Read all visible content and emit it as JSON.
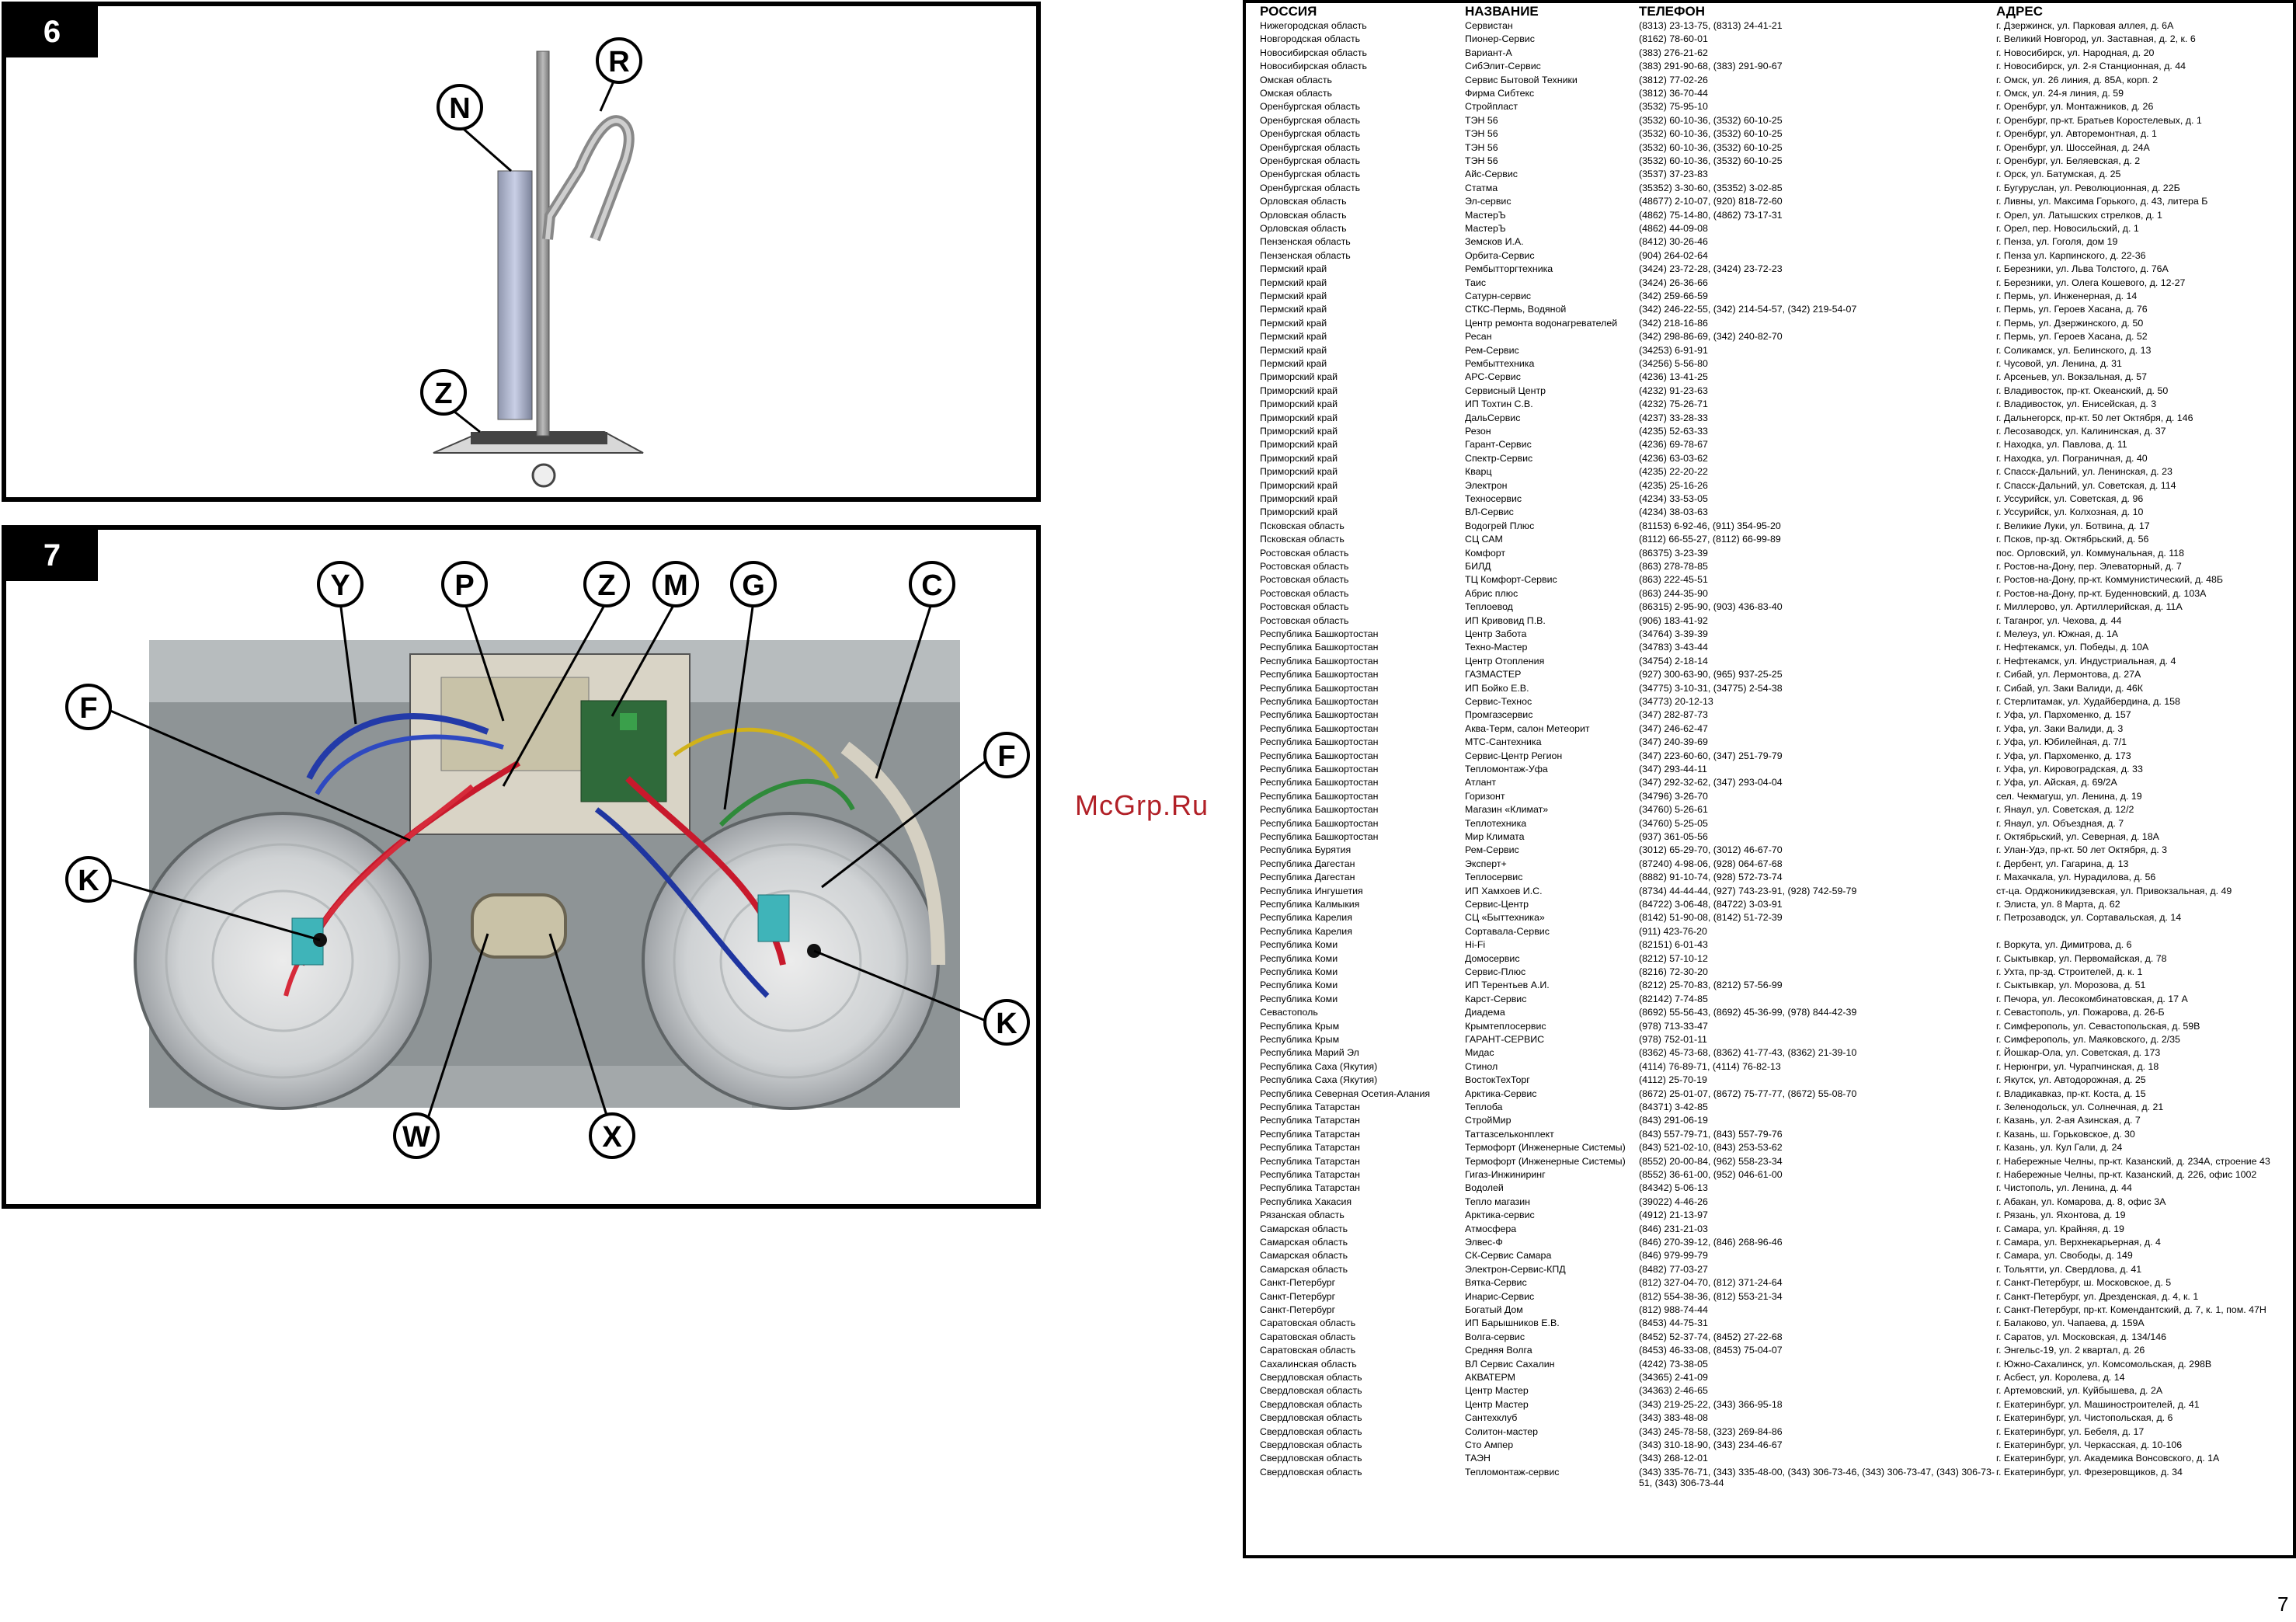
{
  "figure6": {
    "number": "6",
    "callouts": [
      "N",
      "R",
      "Z"
    ]
  },
  "figure7": {
    "number": "7",
    "callouts": [
      "Y",
      "P",
      "Z",
      "M",
      "G",
      "C",
      "F",
      "F",
      "K",
      "K",
      "W",
      "X"
    ]
  },
  "watermark": "McGrp.Ru",
  "page_number": "7",
  "contacts": {
    "headers": {
      "region": "РОССИЯ",
      "name": "НАЗВАНИЕ",
      "phone": "ТЕЛЕФОН",
      "address": "АДРЕС"
    },
    "rows": [
      [
        "Нижегородская область",
        "Сервистан",
        "(8313) 23-13-75, (8313) 24-41-21",
        "г. Дзержинск, ул. Парковая аллея, д. 6А"
      ],
      [
        "Новгородская область",
        "Пионер-Сервис",
        "(8162) 78-60-01",
        "г. Великий Новгород, ул. Заставная, д. 2, к. 6"
      ],
      [
        "Новосибирская область",
        "Вариант-А",
        "(383) 276-21-62",
        "г. Новосибирск, ул. Народная, д. 20"
      ],
      [
        "Новосибирская область",
        "СибЭлит-Сервис",
        "(383) 291-90-68, (383) 291-90-67",
        "г. Новосибирск, ул. 2-я Станционная, д. 44"
      ],
      [
        "Омская область",
        "Сервис Бытовой Техники",
        "(3812) 77-02-26",
        "г. Омск, ул. 26 линия, д. 85А, корп. 2"
      ],
      [
        "Омская область",
        "Фирма Сибтекс",
        "(3812) 36-70-44",
        "г. Омск, ул. 24-я линия, д. 59"
      ],
      [
        "Оренбургская область",
        "Стройпласт",
        "(3532) 75-95-10",
        "г. Оренбург, ул. Монтажников, д. 26"
      ],
      [
        "Оренбургская область",
        "ТЭН 56",
        "(3532) 60-10-36, (3532) 60-10-25",
        "г. Оренбург, пр-кт. Братьев Коростелевых, д. 1"
      ],
      [
        "Оренбургская область",
        "ТЭН 56",
        "(3532) 60-10-36, (3532) 60-10-25",
        "г. Оренбург, ул. Авторемонтная, д. 1"
      ],
      [
        "Оренбургская область",
        "ТЭН 56",
        "(3532) 60-10-36, (3532) 60-10-25",
        "г. Оренбург, ул. Шоссейная, д. 24А"
      ],
      [
        "Оренбургская область",
        "ТЭН 56",
        "(3532) 60-10-36, (3532) 60-10-25",
        "г. Оренбург, ул. Беляевская, д. 2"
      ],
      [
        "Оренбургская область",
        "Айс-Сервис",
        "(3537) 37-23-83",
        "г. Орск, ул. Батумская, д. 25"
      ],
      [
        "Оренбургская область",
        "Статма",
        "(35352) 3-30-60, (35352) 3-02-85",
        "г. Бугуруслан, ул. Революционная, д. 22Б"
      ],
      [
        "Орловская область",
        "Эл-сервис",
        "(48677) 2-10-07, (920) 818-72-60",
        "г. Ливны, ул. Максима Горького, д. 43, литера Б"
      ],
      [
        "Орловская область",
        "МастерЪ",
        "(4862) 75-14-80, (4862) 73-17-31",
        "г. Орел, ул. Латышских стрелков, д. 1"
      ],
      [
        "Орловская область",
        "МастерЪ",
        "(4862) 44-09-08",
        "г. Орел, пер. Новосильский, д. 1"
      ],
      [
        "Пензенская область",
        "Земсков И.А.",
        "(8412) 30-26-46",
        "г. Пенза, ул. Гоголя, дом 19"
      ],
      [
        "Пензенская область",
        "Орбита-Сервис",
        "(904) 264-02-64",
        "г. Пенза ул. Карпинского, д. 22-36"
      ],
      [
        "Пермский край",
        "Рембыттоpгтехника",
        "(3424) 23-72-28, (3424) 23-72-23",
        "г. Березники, ул. Льва Толстого, д. 76А"
      ],
      [
        "Пермский край",
        "Таис",
        "(3424) 26-36-66",
        "г. Березники, ул. Олега Кошевого, д. 12-27"
      ],
      [
        "Пермский край",
        "Сатурн-сервис",
        "(342) 259-66-59",
        "г. Пермь, ул. Инженерная, д. 14"
      ],
      [
        "Пермский край",
        "СТКС-Пермь, Водяной",
        "(342) 246-22-55, (342) 214-54-57, (342) 219-54-07",
        "г. Пермь, ул. Героев Хасана, д. 76"
      ],
      [
        "Пермский край",
        "Центр ремонта водонагревателей",
        "(342) 218-16-86",
        "г. Пермь, ул. Дзержинского, д. 50"
      ],
      [
        "Пермский край",
        "Ресан",
        "(342) 298-86-69, (342) 240-82-70",
        "г. Пермь, ул. Героев Хасана, д. 52"
      ],
      [
        "Пермский край",
        "Рем-Сервис",
        "(34253) 6-91-91",
        "г. Соликамск, ул. Белинского, д. 13"
      ],
      [
        "Пермский край",
        "Рембыттехника",
        "(34256) 5-56-80",
        "г. Чусовой, ул. Ленина, д. 31"
      ],
      [
        "Приморский край",
        "АРС-Сервис",
        "(4236) 13-41-25",
        "г. Арсеньев, ул. Вокзальная, д. 57"
      ],
      [
        "Приморский край",
        "Сервисный Центр",
        "(4232) 91-23-63",
        "г. Владивосток, пр-кт. Океанский, д. 50"
      ],
      [
        "Приморский край",
        "ИП Тохтин С.В.",
        "(4232) 75-26-71",
        "г. Владивосток, ул. Енисейская, д. 3"
      ],
      [
        "Приморский край",
        "ДальСервис",
        "(4237) 33-28-33",
        "г. Дальнегорск, пр-кт. 50 лет Октября, д. 146"
      ],
      [
        "Приморский край",
        "Резон",
        "(4235) 52-63-33",
        "г. Лесозаводск, ул. Калининская, д. 37"
      ],
      [
        "Приморский край",
        "Гарант-Сервис",
        "(4236) 69-78-67",
        "г. Находка, ул. Павлова, д. 11"
      ],
      [
        "Приморский край",
        "Спектр-Сервис",
        "(4236) 63-03-62",
        "г. Находка, ул. Пограничная, д. 40"
      ],
      [
        "Приморский край",
        "Кварц",
        "(4235) 22-20-22",
        "г. Спасск-Дальний, ул. Ленинская, д. 23"
      ],
      [
        "Приморский край",
        "Электрон",
        "(4235) 25-16-26",
        "г. Спасск-Дальний, ул. Советская, д. 114"
      ],
      [
        "Приморский край",
        "Техносервис",
        "(4234) 33-53-05",
        "г. Уссурийск, ул. Советская, д. 96"
      ],
      [
        "Приморский край",
        "ВЛ-Сервис",
        "(4234) 38-03-63",
        "г. Уссурийск, ул. Колхозная, д. 10"
      ],
      [
        "Псковская область",
        "Водогрей Плюс",
        "(81153) 6-92-46, (911) 354-95-20",
        "г. Великие Луки, ул. Ботвина, д. 17"
      ],
      [
        "Псковская область",
        "СЦ САМ",
        "(8112) 66-55-27, (8112) 66-99-89",
        "г. Псков, пр-зд. Октябрьский, д. 56"
      ],
      [
        "Ростовская область",
        "Комфорт",
        "(86375) 3-23-39",
        "пос. Орловский, ул. Коммунальная, д. 118"
      ],
      [
        "Ростовская область",
        "БИЛД",
        "(863) 278-78-85",
        "г. Ростов-на-Дону, пер. Элеваторный, д. 7"
      ],
      [
        "Ростовская область",
        "ТЦ Комфорт-Сервис",
        "(863) 222-45-51",
        "г. Ростов-на-Дону, пр-кт. Коммунистический, д. 48Б"
      ],
      [
        "Ростовская область",
        "Абрис плюс",
        "(863) 244-35-90",
        "г. Ростов-на-Дону, пр-кт. Буденновский, д. 103А"
      ],
      [
        "Ростовская область",
        "Теплоевод",
        "(86315) 2-95-90, (903) 436-83-40",
        "г. Миллерово, ул. Артиллерийская, д. 11А"
      ],
      [
        "Ростовская область",
        "ИП Кривовид П.В.",
        "(906) 183-41-92",
        "г. Таганрог, ул. Чехова, д. 44"
      ],
      [
        "Республика Башкортостан",
        "Центр Забота",
        "(34764) 3-39-39",
        "г. Мелеуз, ул. Южная, д. 1А"
      ],
      [
        "Республика Башкортостан",
        "Техно-Мастер",
        "(34783) 3-43-44",
        "г. Нефтекамск, ул. Победы, д. 10А"
      ],
      [
        "Республика Башкортостан",
        "Центр Отопления",
        "(34754) 2-18-14",
        "г. Нефтекамск, ул. Индустриальная, д. 4"
      ],
      [
        "Республика Башкортостан",
        "ГАЗМАСТЕР",
        "(927) 300-63-90, (965) 937-25-25",
        "г. Сибай, ул. Лермонтова, д. 27А"
      ],
      [
        "Республика Башкортостан",
        "ИП Бойко Е.В.",
        "(34775) 3-10-31, (34775) 2-54-38",
        "г. Сибай, ул. Заки Валиди, д. 46К"
      ],
      [
        "Республика Башкортостан",
        "Сервис-Технос",
        "(34773) 20-12-13",
        "г. Стерлитамак, ул. Худайбердина, д. 158"
      ],
      [
        "Республика Башкортостан",
        "Промгазсервис",
        "(347) 282-87-73",
        "г. Уфа, ул. Пархоменко, д. 157"
      ],
      [
        "Республика Башкортостан",
        "Аква-Терм, салон Метеорит",
        "(347) 246-62-47",
        "г. Уфа, ул. Заки Валиди, д. 3"
      ],
      [
        "Республика Башкортостан",
        "МТС-Сантехника",
        "(347) 240-39-69",
        "г. Уфа, ул. Юбилейная, д. 7/1"
      ],
      [
        "Республика Башкортостан",
        "Сервис-Центр Регион",
        "(347) 223-60-60, (347) 251-79-79",
        "г. Уфа, ул. Пархоменко, д. 173"
      ],
      [
        "Республика Башкортостан",
        "Тепломонтаж-Уфа",
        "(347) 293-44-11",
        "г. Уфа, ул. Кировоградская, д. 33"
      ],
      [
        "Республика Башкортостан",
        "Атлант",
        "(347) 292-32-62, (347) 293-04-04",
        "г. Уфа, ул. Айская, д. 69/2А"
      ],
      [
        "Республика Башкортостан",
        "Горизонт",
        "(34796) 3-26-70",
        "сел. Чекмагуш, ул. Ленина, д. 19"
      ],
      [
        "Республика Башкортостан",
        "Магазин «Климат»",
        "(34760) 5-26-61",
        "г. Янаул, ул. Советская, д. 12/2"
      ],
      [
        "Республика Башкортостан",
        "Теплотехника",
        "(34760) 5-25-05",
        "г. Янаул, ул. Объездная, д. 7"
      ],
      [
        "Республика Башкортостан",
        "Мир Климата",
        "(937) 361-05-56",
        "г. Октябрьский, ул. Северная, д. 18А"
      ],
      [
        "Республика Бурятия",
        "Рем-Сервис",
        "(3012) 65-29-70, (3012) 46-67-70",
        "г. Улан-Удэ, пр-кт. 50 лет Октября, д. 3"
      ],
      [
        "Республика Дагестан",
        "Эксперт+",
        "(87240) 4-98-06, (928) 064-67-68",
        "г. Дербент, ул. Гагарина, д. 13"
      ],
      [
        "Республика Дагестан",
        "Теплосервис",
        "(8882) 91-10-74, (928) 572-73-74",
        "г. Махачкала, ул. Нурадилова, д. 56"
      ],
      [
        "Республика Ингушетия",
        "ИП Хамхоев И.С.",
        "(8734) 44-44-44, (927) 743-23-91, (928) 742-59-79",
        "ст-ца. Орджоникидзевская, ул. Привокзальная, д. 49"
      ],
      [
        "Республика Калмыкия",
        "Сервис-Центр",
        "(84722) 3-06-48, (84722) 3-03-91",
        "г. Элиста, ул. 8 Марта, д. 62"
      ],
      [
        "Республика Карелия",
        "СЦ «Быттехника»",
        "(8142) 51-90-08, (8142) 51-72-39",
        "г. Петрозаводск, ул. Сортавальская, д. 14"
      ],
      [
        "Республика Карелия",
        "Сортавала-Сервис",
        "(911) 423-76-20",
        ""
      ],
      [
        "Республика Коми",
        "Hi-Fi",
        "(82151) 6-01-43",
        "г. Воркута, ул. Димитрова, д. 6"
      ],
      [
        "Республика Коми",
        "Домосервис",
        "(8212) 57-10-12",
        "г. Сыктывкар, ул. Первомайская, д. 78"
      ],
      [
        "Республика Коми",
        "Сервис-Плюс",
        "(8216) 72-30-20",
        "г. Ухта, пр-зд. Строителей, д. к. 1"
      ],
      [
        "Республика Коми",
        "ИП Терентьев А.И.",
        "(8212) 25-70-83, (8212) 57-56-99",
        "г. Сыктывкар, ул. Морозова, д. 51"
      ],
      [
        "Республика Коми",
        "Карст-Сервис",
        "(82142) 7-74-85",
        "г. Печора, ул. Лесокомбинатовская, д. 17 А"
      ],
      [
        "Севастополь",
        "Диадема",
        "(8692) 55-56-43, (8692) 45-36-99, (978) 844-42-39",
        "г. Севастополь, ул. Пожарова, д. 26-Б"
      ],
      [
        "Республика Крым",
        "Крымтеплосервис",
        "(978) 713-33-47",
        "г. Симферополь, ул. Севастопольская, д. 59В"
      ],
      [
        "Республика Крым",
        "ГАРАНТ-СЕРВИС",
        "(978) 752-01-11",
        "г. Симферополь, ул. Маяковского, д. 2/35"
      ],
      [
        "Республика Марий Эл",
        "Мидас",
        "(8362) 45-73-68, (8362) 41-77-43, (8362) 21-39-10",
        "г. Йошкар-Ола, ул. Советская, д. 173"
      ],
      [
        "Республика Саха (Якутия)",
        "Стинол",
        "(4114) 76-89-71, (4114) 76-82-13",
        "г. Нерюнгри, ул. Чурапчинская, д. 18"
      ],
      [
        "Республика Саха (Якутия)",
        "ВостокТехТорг",
        "(4112) 25-70-19",
        "г. Якутск, ул. Автодорожная, д. 25"
      ],
      [
        "Республика Северная Осетия-Алания",
        "Арктика-Сервис",
        "(8672) 25-01-07, (8672) 75-77-77, (8672) 55-08-70",
        "г. Владикавказ, пр-кт. Коста, д. 15"
      ],
      [
        "Республика Татарстан",
        "Теплоба",
        "(84371) 3-42-85",
        "г. Зеленодольск, ул. Солнечная, д. 21"
      ],
      [
        "Республика Татарстан",
        "СтройМир",
        "(843) 291-06-19",
        "г. Казань, ул. 2-ая Азинская, д. 7"
      ],
      [
        "Республика Татарстан",
        "Таттазсельконплект",
        "(843) 557-79-71, (843) 557-79-76",
        "г. Казань, ш. Горьковское, д. 30"
      ],
      [
        "Республика Татарстан",
        "Термофорт (Инженерные Системы)",
        "(843) 521-02-10, (843) 253-53-62",
        "г. Казань, ул. Кул Гали, д. 24"
      ],
      [
        "Республика Татарстан",
        "Термофорт (Инженерные Системы)",
        "(8552) 20-00-84, (962) 558-23-34",
        "г. Набережные Челны, пр-кт. Казанский, д. 234А, строение 43"
      ],
      [
        "Республика Татарстан",
        "Гигаз-Инжиниринг",
        "(8552) 36-61-00, (952) 046-61-00",
        "г. Набережные Челны, пр-кт. Казанский, д. 226, офис 1002"
      ],
      [
        "Республика Татарстан",
        "Водолей",
        "(84342) 5-06-13",
        "г. Чистополь, ул. Ленина, д. 44"
      ],
      [
        "Республика Хакасия",
        "Тепло магазин",
        "(39022) 4-46-26",
        "г. Абакан, ул. Комарова, д. 8, офис 3А"
      ],
      [
        "Рязанская область",
        "Арктика-сервис",
        "(4912) 21-13-97",
        "г. Рязань, ул. Яхонтова, д. 19"
      ],
      [
        "Самарская область",
        "Атмосфера",
        "(846) 231-21-03",
        "г. Самара, ул. Крайняя, д. 19"
      ],
      [
        "Самарская область",
        "Элвес-Ф",
        "(846) 270-39-12, (846) 268-96-46",
        "г. Самара, ул. Верхнекарьерная, д. 4"
      ],
      [
        "Самарская область",
        "СК-Сервис Самара",
        "(846) 979-99-79",
        "г. Самара, ул. Свободы, д. 149"
      ],
      [
        "Самарская область",
        "Электрон-Сервис-КПД",
        "(8482) 77-03-27",
        "г. Тольятти, ул. Свердлова, д. 41"
      ],
      [
        "Санкт-Петербург",
        "Вятка-Сервис",
        "(812) 327-04-70, (812) 371-24-64",
        "г. Санкт-Петербург, ш. Московское, д. 5"
      ],
      [
        "Санкт-Петербург",
        "Инарис-Сервис",
        "(812) 554-38-36, (812) 553-21-34",
        "г. Санкт-Петербург, ул. Дрезденская, д. 4, к. 1"
      ],
      [
        "Санкт-Петербург",
        "Богатый Дом",
        "(812) 988-74-44",
        "г. Санкт-Петербург, пр-кт. Комендантский, д. 7, к. 1, пом. 47Н"
      ],
      [
        "Саратовская область",
        "ИП Барышников Е.В.",
        "(8453) 44-75-31",
        "г. Балаково, ул. Чапаева, д. 159А"
      ],
      [
        "Саратовская область",
        "Волга-сервис",
        "(8452) 52-37-74, (8452) 27-22-68",
        "г. Саратов, ул. Московская, д. 134/146"
      ],
      [
        "Саратовская область",
        "Средняя Волга",
        "(8453) 46-33-08, (8453) 75-04-07",
        "г. Энгельс-19, ул. 2 квартал, д. 26"
      ],
      [
        "Сахалинская область",
        "ВЛ Сервис Сахалин",
        "(4242) 73-38-05",
        "г. Южно-Сахалинск, ул. Комсомольская, д. 298В"
      ],
      [
        "Свердловская область",
        "АКВАТЕРМ",
        "(34365) 2-41-09",
        "г. Асбест, ул. Королева, д. 14"
      ],
      [
        "Свердловская область",
        "Центр Мастер",
        "(34363) 2-46-65",
        "г. Артемовский, ул. Куйбышева, д. 2А"
      ],
      [
        "Свердловская область",
        "Центр Мастер",
        "(343) 219-25-22, (343) 366-95-18",
        "г. Екатеринбург, ул. Машиностроителей, д. 41"
      ],
      [
        "Свердловская область",
        "Сантехклуб",
        "(343) 383-48-08",
        "г. Екатеринбург, ул. Чистопольская, д. 6"
      ],
      [
        "Свердловская область",
        "Солитон-мастер",
        "(343) 245-78-58, (323) 269-84-86",
        "г. Екатеринбург, ул. Бебеля, д. 17"
      ],
      [
        "Свердловская область",
        "Сто Ампер",
        "(343) 310-18-90, (343) 234-46-67",
        "г. Екатеринбург, ул. Черкасская, д. 10-106"
      ],
      [
        "Свердловская область",
        "ТАЭН",
        "(343) 268-12-01",
        "г. Екатеринбург, ул. Академика Вонсовского, д. 1А"
      ],
      [
        "Свердловская область",
        "Тепломонтаж-сервис",
        "(343) 335-76-71, (343) 335-48-00, (343) 306-73-46, (343) 306-73-47, (343) 306-73-51, (343) 306-73-44",
        "г. Екатеринбург, ул. Фрезеровщиков, д. 34"
      ]
    ]
  }
}
